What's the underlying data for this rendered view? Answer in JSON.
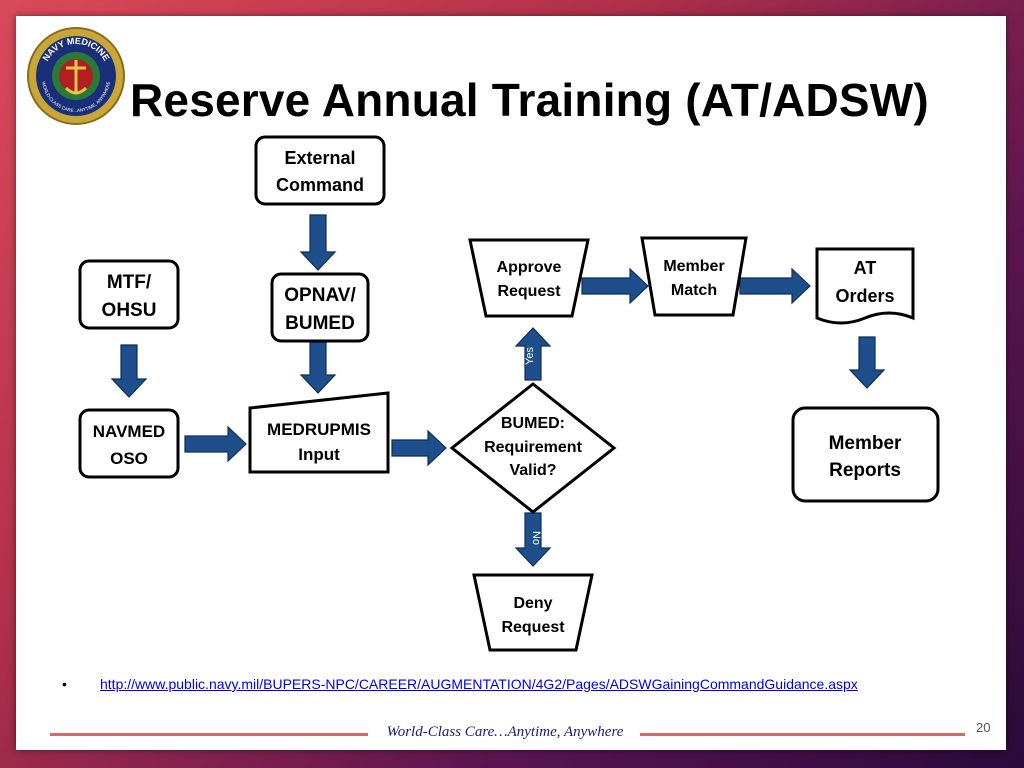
{
  "title": "Reserve Annual Training (AT/ADSW)",
  "logo": {
    "icon": "navy-medicine-seal-icon",
    "text_top": "NAVY MEDICINE",
    "text_bottom": "WORLD-CLASS CARE...ANYTIME, ANYWHERE"
  },
  "nodes": {
    "external_command": [
      "External",
      "Command"
    ],
    "opnav_bumed": [
      "OPNAV/",
      "BUMED"
    ],
    "mtf_ohsu": [
      "MTF/",
      "OHSU"
    ],
    "navmed_oso": [
      "NAVMED",
      "OSO"
    ],
    "medrupmis_input": [
      "MEDRUPMIS",
      "Input"
    ],
    "bumed_requirement": [
      "BUMED:",
      "Requirement",
      "Valid?"
    ],
    "approve_request": [
      "Approve",
      "Request"
    ],
    "member_match": [
      "Member",
      "Match"
    ],
    "at_orders": [
      "AT",
      "Orders"
    ],
    "member_reports": [
      "Member",
      "Reports"
    ],
    "deny_request": [
      "Deny",
      "Request"
    ]
  },
  "edge_labels": {
    "yes": "Yes",
    "no": "No"
  },
  "reference": {
    "bullet": "•",
    "url": "http://www.public.navy.mil/BUPERS-NPC/CAREER/AUGMENTATION/4G2/Pages/ADSWGainingCommandGuidance.aspx"
  },
  "footer": {
    "tagline": "World-Class Care…Anytime,  Anywhere",
    "page_number": "20"
  },
  "colors": {
    "arrow": "#1f4e8c",
    "footer_line": "#d86a6a",
    "tagline": "#1a1a7a"
  }
}
